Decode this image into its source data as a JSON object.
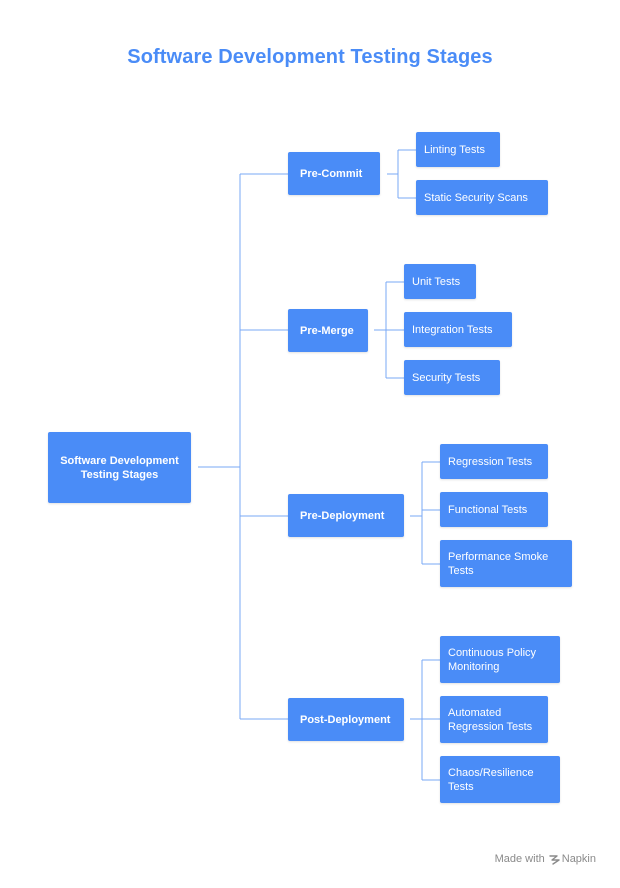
{
  "title": "Software Development Testing Stages",
  "root": "Software Development Testing Stages",
  "stages": [
    {
      "label": "Pre-Commit",
      "tests": [
        "Linting Tests",
        "Static Security Scans"
      ]
    },
    {
      "label": "Pre-Merge",
      "tests": [
        "Unit Tests",
        "Integration Tests",
        "Security Tests"
      ]
    },
    {
      "label": "Pre-Deployment",
      "tests": [
        "Regression Tests",
        "Functional Tests",
        "Performance Smoke Tests"
      ]
    },
    {
      "label": "Post-Deployment",
      "tests": [
        "Continuous Policy Monitoring",
        "Automated Regression Tests",
        "Chaos/Resilience Tests"
      ]
    }
  ],
  "footer": {
    "made_with": "Made with",
    "brand": "Napkin"
  },
  "colors": {
    "node": "#4a8cf7",
    "title": "#4a8cf7",
    "line": "#7aa9f5"
  }
}
